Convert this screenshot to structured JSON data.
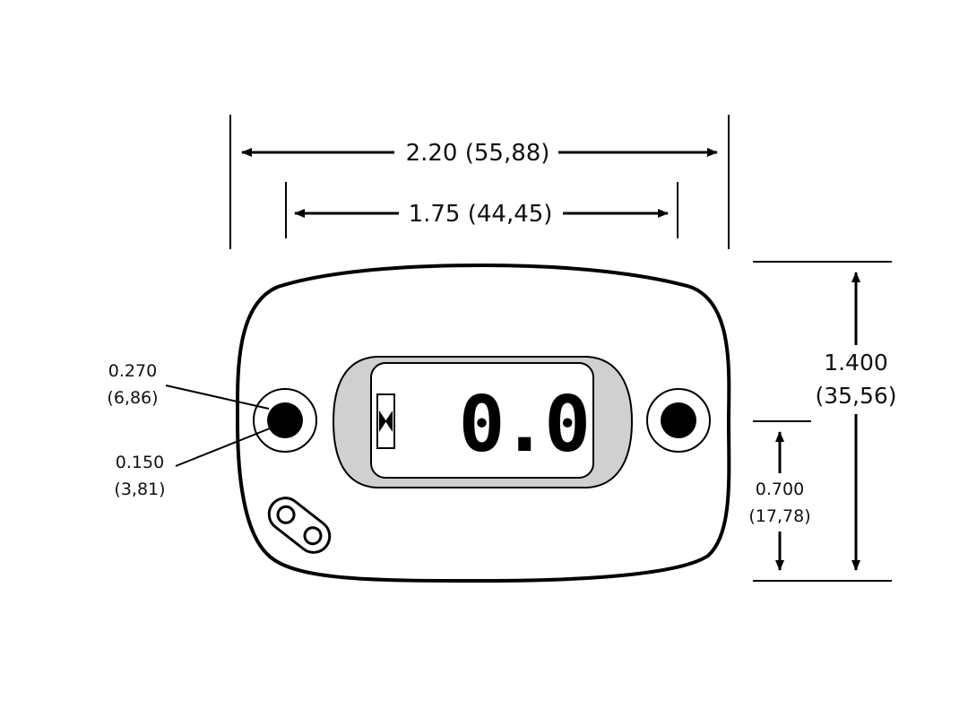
{
  "dimensions": {
    "overall_width": {
      "text": "2.20 (55,88)"
    },
    "hole_spacing": {
      "text": "1.75 (44,45)"
    },
    "overall_height": {
      "line1": "1.400",
      "line2": "(35,56)"
    },
    "hole_height": {
      "line1": "0.700",
      "line2": "(17,78)"
    },
    "outer_ring": {
      "line1": "0.270",
      "line2": "(6,86)"
    },
    "inner_hole": {
      "line1": "0.150",
      "line2": "(3,81)"
    }
  },
  "display": {
    "reading": "0.0"
  }
}
